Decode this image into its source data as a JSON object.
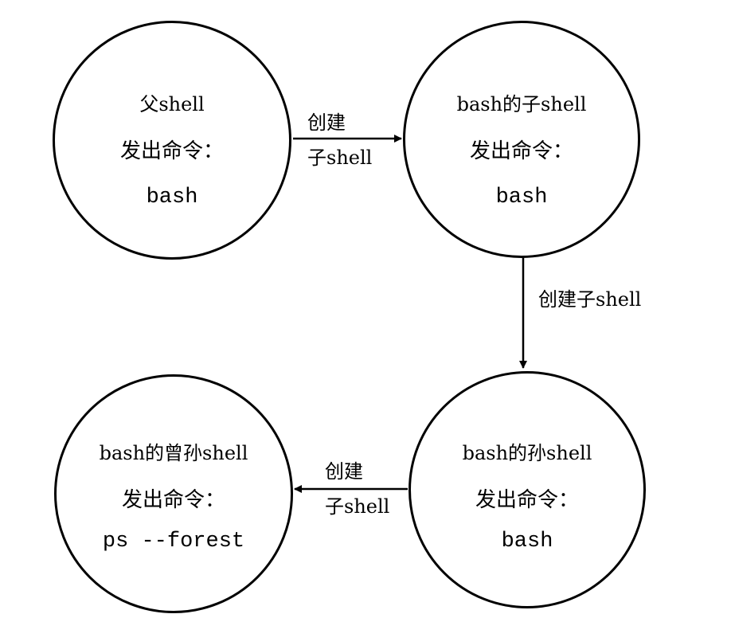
{
  "nodes": [
    {
      "title": "父shell",
      "cmd_label": "发出命令：",
      "cmd": "bash"
    },
    {
      "title": "bash的子shell",
      "cmd_label": "发出命令：",
      "cmd": "bash"
    },
    {
      "title": "bash的孙shell",
      "cmd_label": "发出命令：",
      "cmd": "bash"
    },
    {
      "title": "bash的曾孙shell",
      "cmd_label": "发出命令：",
      "cmd": "ps --forest"
    }
  ],
  "edges": [
    {
      "line1": "创建",
      "line2": "子shell"
    },
    {
      "label": "创建子shell"
    },
    {
      "line1": "创建",
      "line2": "子shell"
    }
  ]
}
